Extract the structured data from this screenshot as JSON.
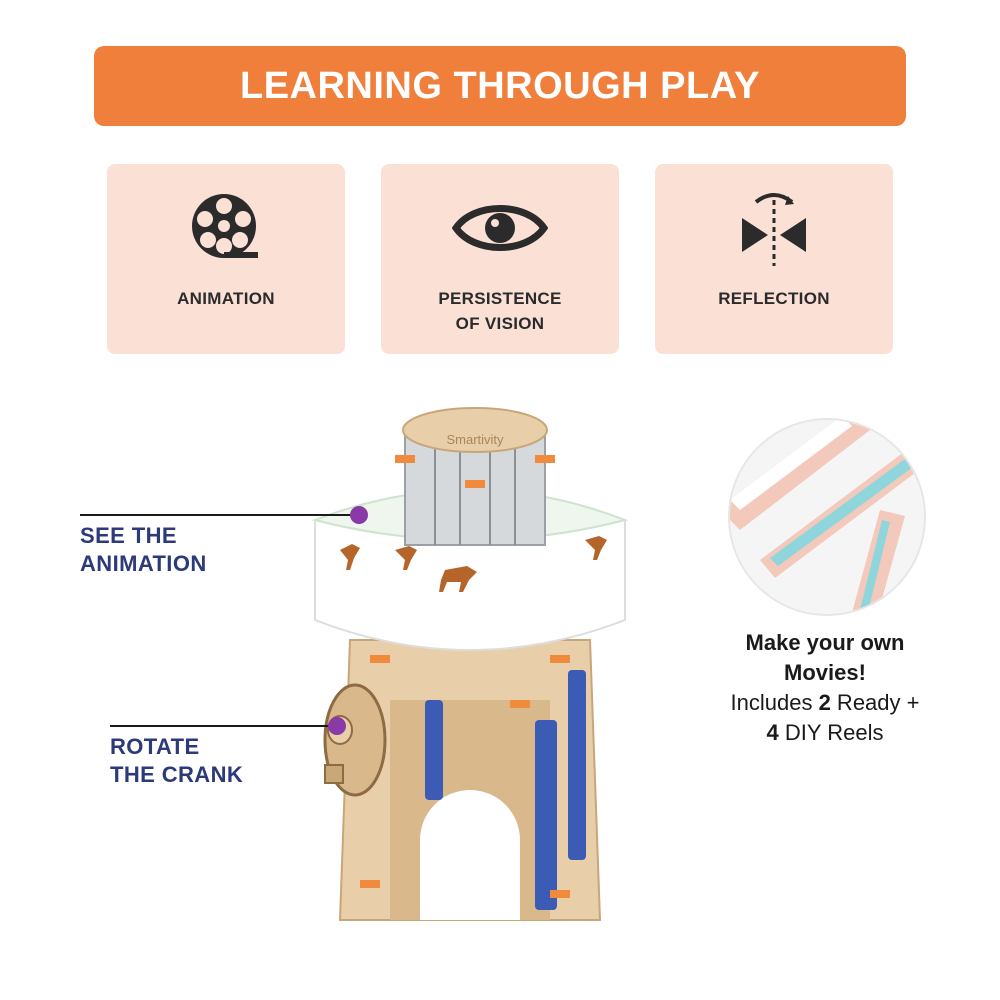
{
  "banner": {
    "title": "LEARNING THROUGH PLAY"
  },
  "features": [
    {
      "label": "ANIMATION",
      "icon": "film-reel-icon"
    },
    {
      "label": "PERSISTENCE\nOF VISION",
      "icon": "eye-icon"
    },
    {
      "label": "REFLECTION",
      "icon": "mirror-reflection-icon"
    }
  ],
  "callouts": {
    "animation": "SEE THE\nANIMATION",
    "crank": "ROTATE\nTHE CRANK"
  },
  "side": {
    "heading_line1": "Make your own",
    "heading_line2": "Movies!",
    "includes_prefix": "Includes ",
    "ready_count": "2",
    "ready_text": " Ready +",
    "diy_count": "4",
    "diy_text": " DIY Reels"
  },
  "product": {
    "brand_engraving": "Smartivity"
  },
  "colors": {
    "banner": "#f07f3c",
    "card": "#fbe0d6",
    "callout_text": "#2c3a7a",
    "dot": "#8a3aa6",
    "wood": "#e8cfa9",
    "blue_part": "#3b5bb5",
    "orange_clip": "#f08a3c"
  }
}
